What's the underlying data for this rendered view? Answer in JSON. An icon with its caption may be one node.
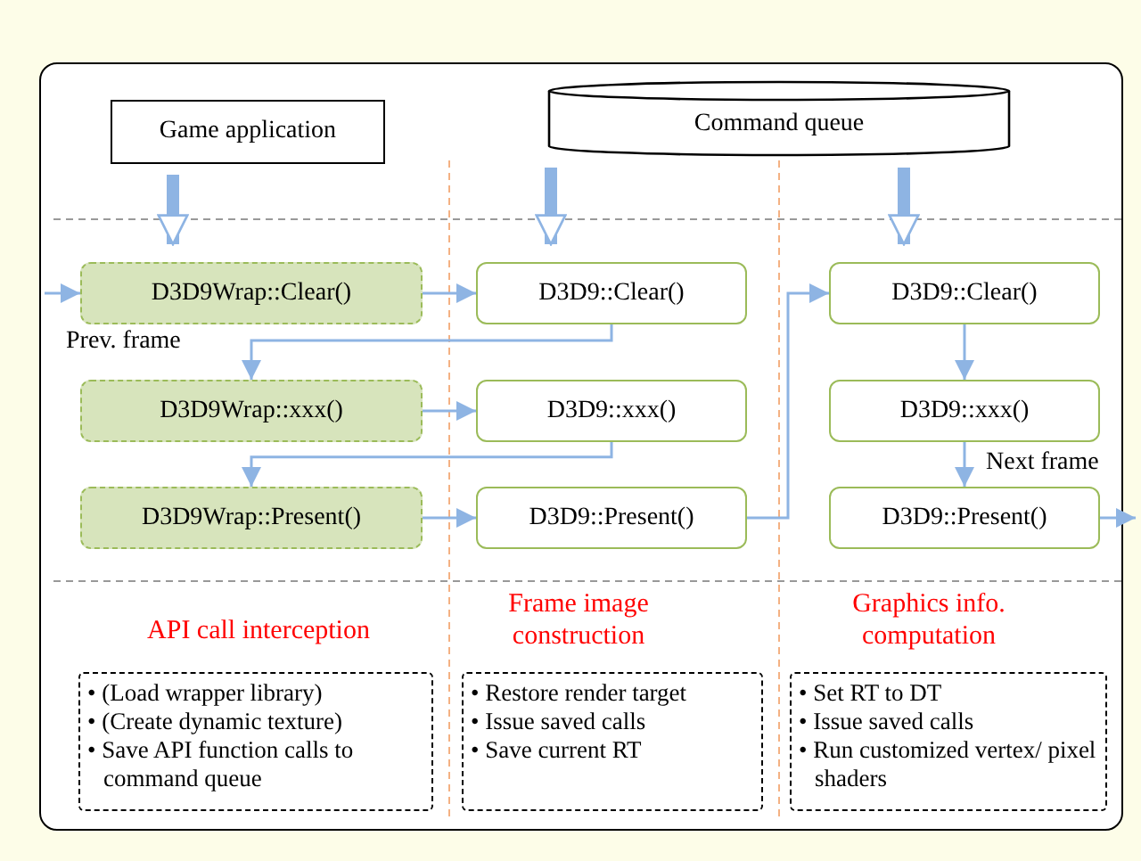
{
  "diagram": {
    "nodes": [
      {
        "text": [
          "Game application"
        ]
      },
      {
        "text": [
          "Command queue"
        ]
      },
      {
        "text": [
          "D3D9Wrap::Clear()"
        ]
      },
      {
        "text": [
          "D3D9::Clear()"
        ]
      },
      {
        "text": [
          "D3D9::Clear()"
        ]
      },
      {
        "text": [
          "D3D9Wrap::xxx()"
        ]
      },
      {
        "text": [
          "D3D9::xxx()"
        ]
      },
      {
        "text": [
          "D3D9::xxx()"
        ]
      },
      {
        "text": [
          "D3D9Wrap::Present()"
        ]
      },
      {
        "text": [
          "D3D9::Present()"
        ]
      },
      {
        "text": [
          "D3D9::Present()"
        ]
      },
      {
        "text": [
          "• (Load wrapper library)",
          "• (Create dynamic texture)",
          "• Save API function calls to command queue"
        ]
      },
      {
        "text": [
          "• Restore render target",
          "• Issue saved calls",
          "• Save current RT"
        ]
      },
      {
        "text": [
          "• Set RT to DT",
          "• Issue saved calls",
          "• Run customized vertex/ pixel shaders"
        ]
      }
    ],
    "edges": [
      {
        "from": 0,
        "to": 2,
        "arrow": "to",
        "style": "thick"
      },
      {
        "from": 1,
        "to": 3,
        "arrow": "to",
        "style": "thick"
      },
      {
        "from": 1,
        "to": 4,
        "arrow": "to",
        "style": "thick"
      },
      {
        "from": null,
        "to": 2,
        "arrow": "to"
      },
      {
        "from": 2,
        "to": 3,
        "arrow": "to"
      },
      {
        "from": 3,
        "to": 5,
        "arrow": "to"
      },
      {
        "from": 5,
        "to": 6,
        "arrow": "to"
      },
      {
        "from": 6,
        "to": 8,
        "arrow": "to"
      },
      {
        "from": 8,
        "to": 9,
        "arrow": "to"
      },
      {
        "from": 9,
        "to": 4,
        "arrow": "to"
      },
      {
        "from": 4,
        "to": 7,
        "arrow": "to"
      },
      {
        "from": 7,
        "to": 10,
        "arrow": "to"
      },
      {
        "from": 10,
        "to": null,
        "arrow": "to"
      }
    ],
    "labels": [
      "Prev. frame",
      "Next frame",
      "API call interception",
      "Frame image construction",
      "Graphics info. computation"
    ]
  }
}
